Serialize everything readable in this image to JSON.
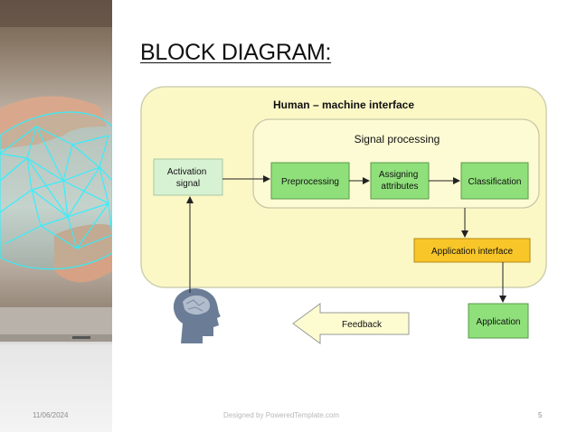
{
  "slide": {
    "title": "BLOCK DIAGRAM:",
    "date": "11/06/2024",
    "credit": "Designed by PoweredTemplate.com",
    "page_number": "5"
  },
  "diagram": {
    "outer_title": "Human – machine interface",
    "inner_title": "Signal processing",
    "activation": [
      "Activation",
      "signal"
    ],
    "preprocessing": "Preprocessing",
    "assigning": [
      "Assigning",
      "attributes"
    ],
    "classification": "Classification",
    "app_interface": "Application interface",
    "application": "Application",
    "feedback": "Feedback"
  },
  "colors": {
    "outer_bg": "#fbf8c6",
    "inner_bg": "#fdfbd4",
    "activation_bg": "#d7f1d3",
    "green_box": "#8fe07b",
    "orange_box": "#f8c629",
    "feedback_fill": "#fdfbd0",
    "brain_glow": "#2ff0ff"
  },
  "icons": {
    "head": "head-profile-icon",
    "brain": "wireframe-brain-icon"
  }
}
